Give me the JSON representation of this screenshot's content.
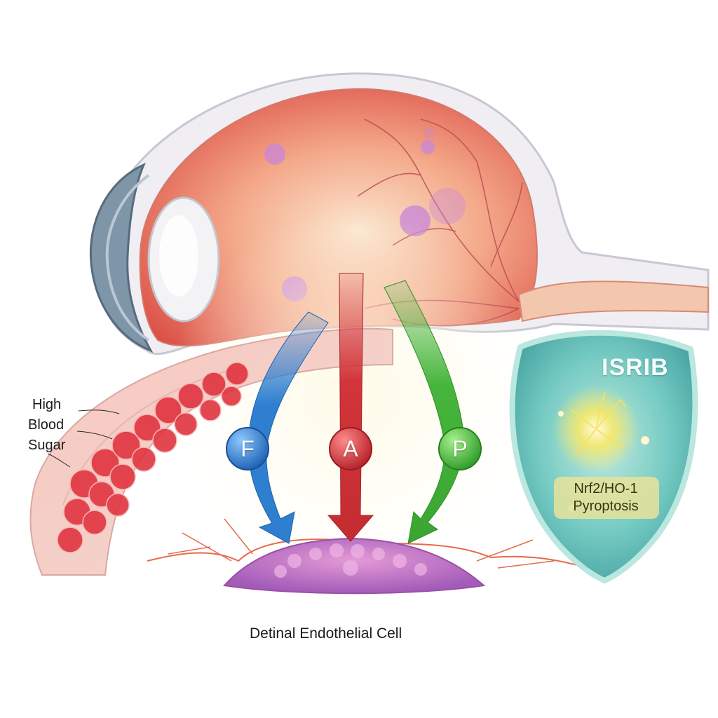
{
  "labels": {
    "high": "High",
    "blood": "Blood",
    "sugar": "Sugar",
    "cell": "Detinal Endothelial Cell"
  },
  "pathways": {
    "f": {
      "letter": "F",
      "color": "#2f7fd0"
    },
    "a": {
      "letter": "A",
      "color": "#d2353b"
    },
    "p": {
      "letter": "P",
      "color": "#47b53c"
    }
  },
  "shield": {
    "title": "ISRIB",
    "line1": "Nrf2/HO-1",
    "line2": "Pyroptosis",
    "color": "#5fc3bd"
  }
}
